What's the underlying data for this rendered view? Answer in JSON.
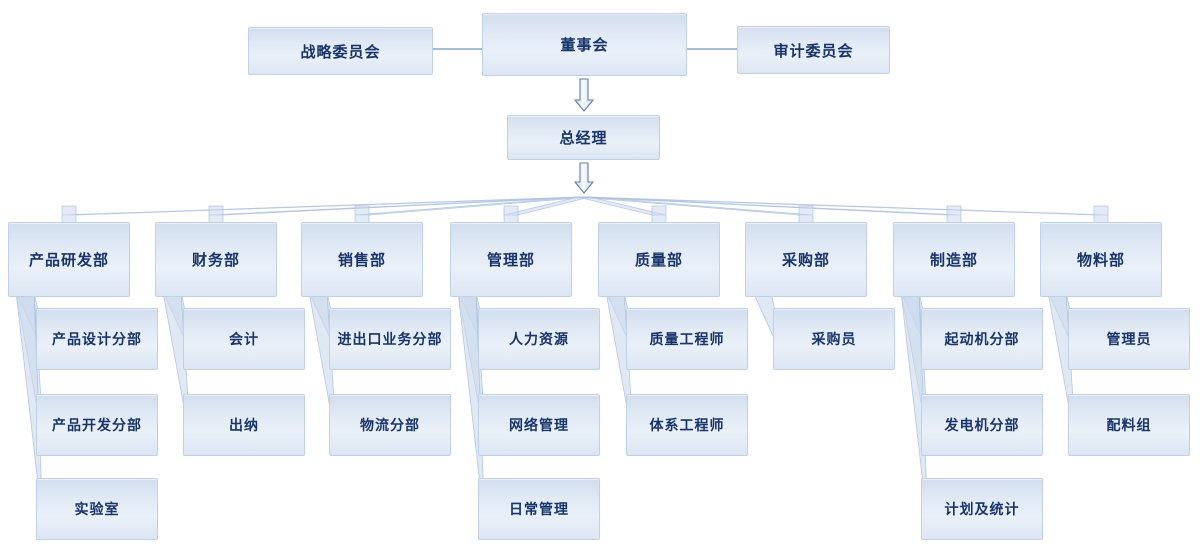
{
  "org": {
    "board": "董事会",
    "strategy_committee": "战略委员会",
    "audit_committee": "审计委员会",
    "general_manager": "总经理",
    "departments": [
      {
        "label": "产品研发部",
        "children": [
          "产品设计分部",
          "产品开发分部",
          "实验室"
        ]
      },
      {
        "label": "财务部",
        "children": [
          "会计",
          "出纳"
        ]
      },
      {
        "label": "销售部",
        "children": [
          "进出口业务分部",
          "物流分部"
        ]
      },
      {
        "label": "管理部",
        "children": [
          "人力资源",
          "网络管理",
          "日常管理"
        ]
      },
      {
        "label": "质量部",
        "children": [
          "质量工程师",
          "体系工程师"
        ]
      },
      {
        "label": "采购部",
        "children": [
          "采购员"
        ]
      },
      {
        "label": "制造部",
        "children": [
          "起动机分部",
          "发电机分部",
          "计划及统计"
        ]
      },
      {
        "label": "物料部",
        "children": [
          "管理员",
          "配料组"
        ]
      }
    ],
    "colors": {
      "node_fill_top": "#d2deee",
      "node_fill_bottom": "#dce6f3",
      "node_border": "#bed1e7",
      "node_text": "#17356b",
      "connector_beam": "#ccd9ec",
      "connector_edge": "#a9c0dd",
      "link_line": "#85a9d2",
      "arrow_outline": "#5f7fa8",
      "background": "#ffffff"
    }
  }
}
